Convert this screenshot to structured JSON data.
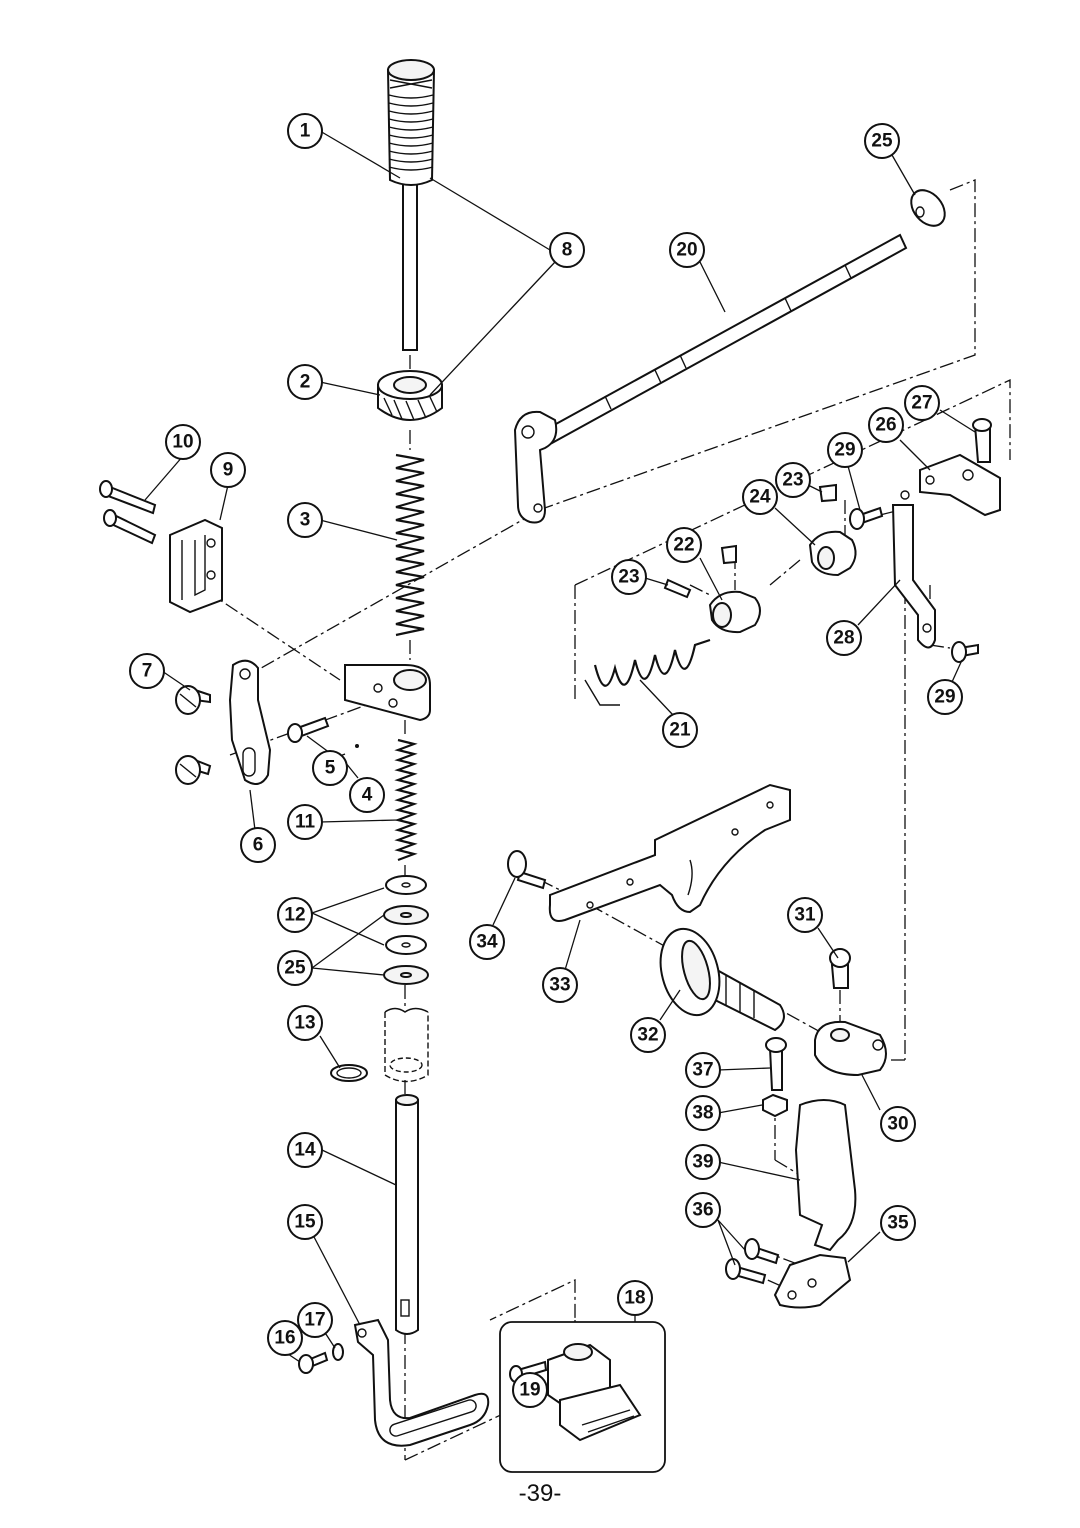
{
  "page": {
    "number": "-39-"
  },
  "callouts": [
    {
      "label": "1"
    },
    {
      "label": "2"
    },
    {
      "label": "3"
    },
    {
      "label": "4"
    },
    {
      "label": "5"
    },
    {
      "label": "6"
    },
    {
      "label": "7"
    },
    {
      "label": "8"
    },
    {
      "label": "9"
    },
    {
      "label": "10"
    },
    {
      "label": "11"
    },
    {
      "label": "12"
    },
    {
      "label": "25"
    },
    {
      "label": "13"
    },
    {
      "label": "14"
    },
    {
      "label": "15"
    },
    {
      "label": "16"
    },
    {
      "label": "17"
    },
    {
      "label": "18"
    },
    {
      "label": "19"
    },
    {
      "label": "20"
    },
    {
      "label": "25"
    },
    {
      "label": "21"
    },
    {
      "label": "22"
    },
    {
      "label": "23"
    },
    {
      "label": "23"
    },
    {
      "label": "24"
    },
    {
      "label": "26"
    },
    {
      "label": "27"
    },
    {
      "label": "28"
    },
    {
      "label": "29"
    },
    {
      "label": "29"
    },
    {
      "label": "30"
    },
    {
      "label": "31"
    },
    {
      "label": "32"
    },
    {
      "label": "33"
    },
    {
      "label": "34"
    },
    {
      "label": "35"
    },
    {
      "label": "36"
    },
    {
      "label": "37"
    },
    {
      "label": "38"
    },
    {
      "label": "39"
    }
  ]
}
